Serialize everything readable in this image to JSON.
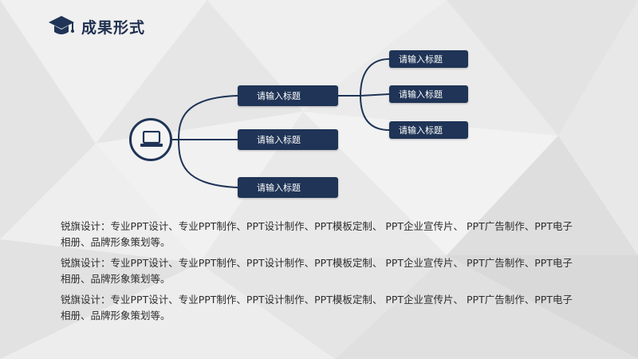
{
  "header": {
    "title": "成果形式",
    "icon": "graduation-cap-icon",
    "accent_color": "#1f3456"
  },
  "diagram": {
    "center_icon": "laptop-icon",
    "branches": [
      {
        "label": "请输入标题"
      },
      {
        "label": "请输入标题"
      },
      {
        "label": "请输入标题"
      }
    ],
    "sub_branches": [
      {
        "label": "请输入标题"
      },
      {
        "label": "请输入标题"
      },
      {
        "label": "请输入标题"
      }
    ]
  },
  "paragraphs": [
    "锐旗设计：专业PPT设计、专业PPT制作、PPT设计制作、PPT模板定制、 PPT企业宣传片、 PPT广告制作、PPT电子相册、品牌形象策划等。",
    "锐旗设计：专业PPT设计、专业PPT制作、PPT设计制作、PPT模板定制、 PPT企业宣传片、 PPT广告制作、PPT电子相册、品牌形象策划等。",
    "锐旗设计：专业PPT设计、专业PPT制作、PPT设计制作、PPT模板定制、 PPT企业宣传片、 PPT广告制作、PPT电子相册、品牌形象策划等。"
  ]
}
